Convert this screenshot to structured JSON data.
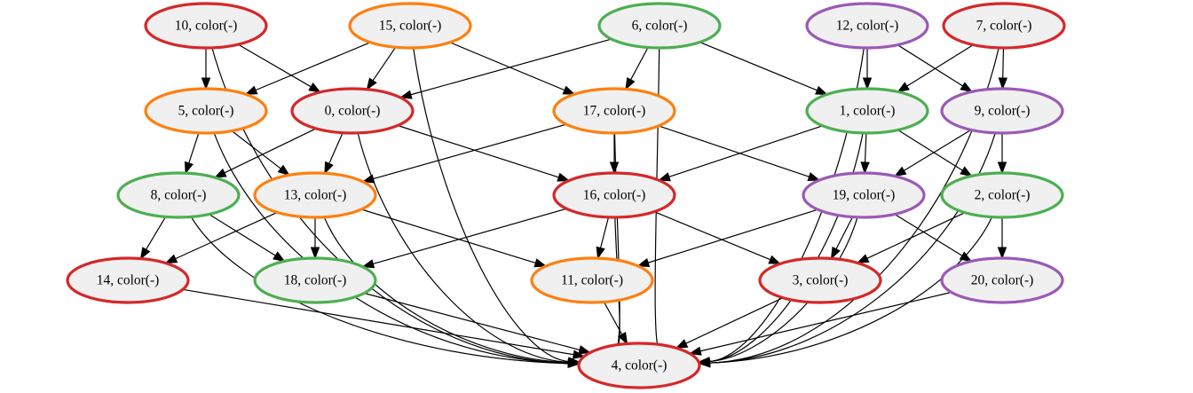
{
  "colors": {
    "red": "#d62728",
    "orange": "#ff7f0e",
    "green": "#4caf50",
    "purple": "#9b59b6",
    "fill": "#f0f0f0",
    "edge": "#000000"
  },
  "nodes": [
    {
      "id": "10",
      "label": "10, color(-)",
      "color": "red"
    },
    {
      "id": "15",
      "label": "15, color(-)",
      "color": "orange"
    },
    {
      "id": "6",
      "label": "6, color(-)",
      "color": "green"
    },
    {
      "id": "12",
      "label": "12, color(-)",
      "color": "purple"
    },
    {
      "id": "7",
      "label": "7, color(-)",
      "color": "red"
    },
    {
      "id": "5",
      "label": "5, color(-)",
      "color": "orange"
    },
    {
      "id": "0",
      "label": "0, color(-)",
      "color": "red"
    },
    {
      "id": "17",
      "label": "17, color(-)",
      "color": "orange"
    },
    {
      "id": "1",
      "label": "1, color(-)",
      "color": "green"
    },
    {
      "id": "9",
      "label": "9, color(-)",
      "color": "purple"
    },
    {
      "id": "8",
      "label": "8, color(-)",
      "color": "green"
    },
    {
      "id": "13",
      "label": "13, color(-)",
      "color": "orange"
    },
    {
      "id": "16",
      "label": "16, color(-)",
      "color": "red"
    },
    {
      "id": "19",
      "label": "19, color(-)",
      "color": "purple"
    },
    {
      "id": "2",
      "label": "2, color(-)",
      "color": "green"
    },
    {
      "id": "14",
      "label": "14, color(-)",
      "color": "red"
    },
    {
      "id": "18",
      "label": "18, color(-)",
      "color": "green"
    },
    {
      "id": "11",
      "label": "11, color(-)",
      "color": "orange"
    },
    {
      "id": "3",
      "label": "3, color(-)",
      "color": "red"
    },
    {
      "id": "20",
      "label": "20, color(-)",
      "color": "purple"
    },
    {
      "id": "4",
      "label": "4, color(-)",
      "color": "red"
    }
  ],
  "edges": [
    [
      "10",
      "5"
    ],
    [
      "10",
      "0"
    ],
    [
      "10",
      "4"
    ],
    [
      "15",
      "5"
    ],
    [
      "15",
      "0"
    ],
    [
      "15",
      "17"
    ],
    [
      "15",
      "4"
    ],
    [
      "6",
      "0"
    ],
    [
      "6",
      "17"
    ],
    [
      "6",
      "1"
    ],
    [
      "6",
      "4"
    ],
    [
      "12",
      "1"
    ],
    [
      "12",
      "9"
    ],
    [
      "12",
      "4"
    ],
    [
      "7",
      "1"
    ],
    [
      "7",
      "9"
    ],
    [
      "7",
      "4"
    ],
    [
      "5",
      "8"
    ],
    [
      "5",
      "13"
    ],
    [
      "5",
      "4"
    ],
    [
      "0",
      "8"
    ],
    [
      "0",
      "13"
    ],
    [
      "0",
      "16"
    ],
    [
      "0",
      "4"
    ],
    [
      "17",
      "13"
    ],
    [
      "17",
      "16"
    ],
    [
      "17",
      "19"
    ],
    [
      "17",
      "4"
    ],
    [
      "1",
      "16"
    ],
    [
      "1",
      "19"
    ],
    [
      "1",
      "2"
    ],
    [
      "1",
      "4"
    ],
    [
      "9",
      "19"
    ],
    [
      "9",
      "2"
    ],
    [
      "9",
      "4"
    ],
    [
      "8",
      "14"
    ],
    [
      "8",
      "18"
    ],
    [
      "8",
      "4"
    ],
    [
      "13",
      "14"
    ],
    [
      "13",
      "18"
    ],
    [
      "13",
      "11"
    ],
    [
      "13",
      "4"
    ],
    [
      "16",
      "18"
    ],
    [
      "16",
      "11"
    ],
    [
      "16",
      "3"
    ],
    [
      "16",
      "4"
    ],
    [
      "19",
      "11"
    ],
    [
      "19",
      "3"
    ],
    [
      "19",
      "20"
    ],
    [
      "19",
      "4"
    ],
    [
      "2",
      "3"
    ],
    [
      "2",
      "20"
    ],
    [
      "2",
      "4"
    ],
    [
      "14",
      "4"
    ],
    [
      "18",
      "4"
    ],
    [
      "11",
      "4"
    ],
    [
      "3",
      "4"
    ],
    [
      "20",
      "4"
    ]
  ]
}
